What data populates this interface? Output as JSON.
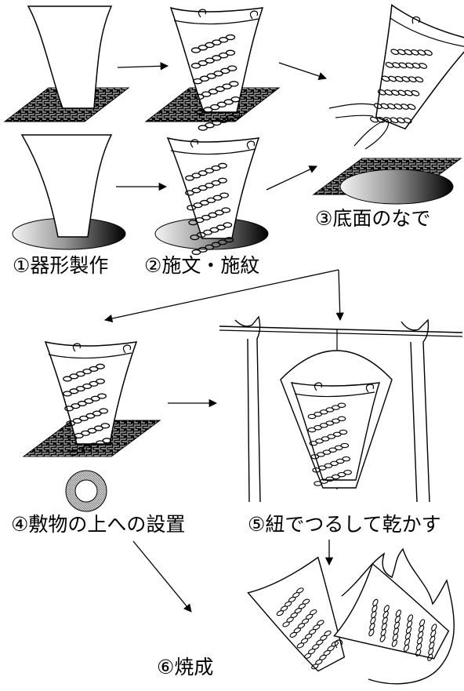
{
  "steps": [
    {
      "label": "①器形製作"
    },
    {
      "label": "②施文・施紋"
    },
    {
      "label": "③底面のなで"
    },
    {
      "label": "④敷物の上への設置"
    },
    {
      "label": "⑤紐でつるして乾かす"
    },
    {
      "label": "⑥焼成"
    }
  ],
  "colors": {
    "ink": "#000000",
    "paper": "#ffffff",
    "shadow_dark": "#000000",
    "shadow_light": "#f2f2f2"
  }
}
